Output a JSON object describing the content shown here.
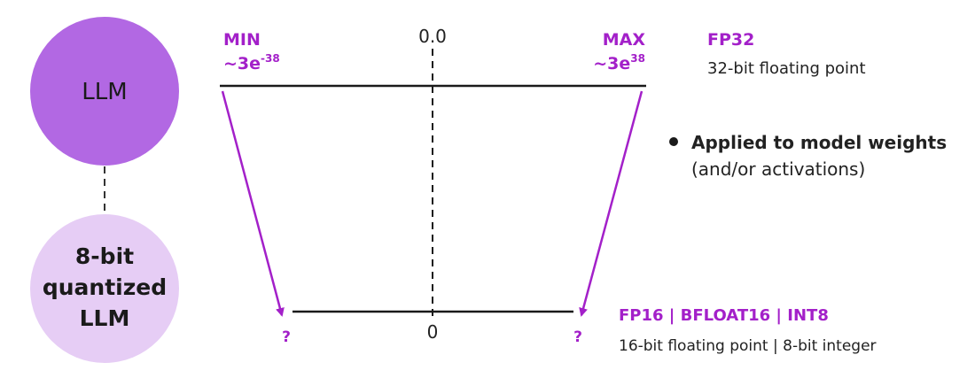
{
  "colors": {
    "llm_circle": "#b268e3",
    "quantized_circle": "#e6cdf5",
    "accent": "#a320c9",
    "line": "#1a1a1a"
  },
  "llm_circle": {
    "label": "LLM"
  },
  "quantized_circle": {
    "line1": "8-bit",
    "line2": "quantized",
    "line3": "LLM"
  },
  "top_range": {
    "min_label": "MIN",
    "min_value": "~3e",
    "min_exponent": "-38",
    "zero_label": "0.0",
    "max_label": "MAX",
    "max_value": "~3e",
    "max_exponent": "38",
    "format_name": "FP32",
    "format_desc": "32-bit floating point"
  },
  "bottom_range": {
    "left_label": "?",
    "zero_label": "0",
    "right_label": "?",
    "format_name": "FP16 | BFLOAT16 | INT8",
    "format_desc": "16-bit floating point | 8-bit integer"
  },
  "bullet": {
    "bold": "Applied to model weights",
    "rest": "(and/or activations)"
  }
}
